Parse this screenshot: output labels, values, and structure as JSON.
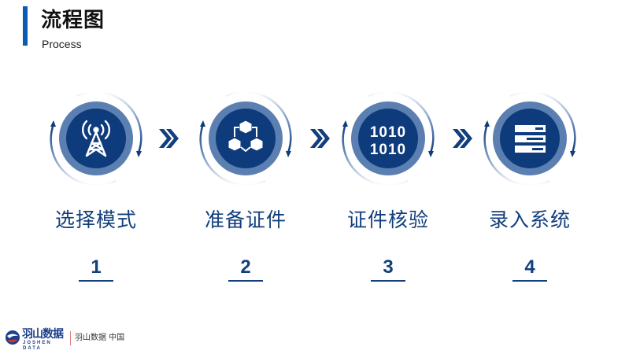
{
  "header": {
    "title": "流程图",
    "subtitle": "Process",
    "accent_color": "#0b5ab3"
  },
  "steps": [
    {
      "label": "选择模式",
      "number": "1",
      "icon": "signal-tower-icon"
    },
    {
      "label": "准备证件",
      "number": "2",
      "icon": "connected-cubes-icon"
    },
    {
      "label": "证件核验",
      "number": "3",
      "icon": "binary-code-icon",
      "icon_text_line1": "1010",
      "icon_text_line2": "1010"
    },
    {
      "label": "录入系统",
      "number": "4",
      "icon": "server-list-icon"
    }
  ],
  "connectors": [
    {
      "icon": "double-chevron-right-icon"
    },
    {
      "icon": "double-chevron-right-icon"
    },
    {
      "icon": "double-chevron-right-icon"
    }
  ],
  "colors": {
    "primary_dark": "#0d3b7c",
    "ring_light": "#5b7fb0",
    "text_blue": "#123f7d"
  },
  "footer": {
    "logo_name": "羽山数据",
    "logo_en": "JOSHEN DATA",
    "tagline": "羽山数据 中国"
  }
}
